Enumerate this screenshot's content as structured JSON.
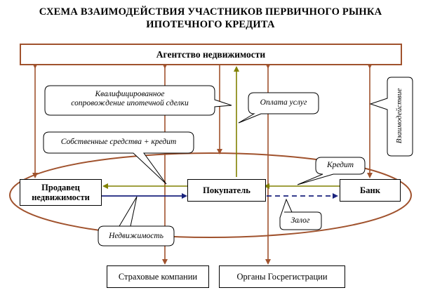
{
  "title": {
    "line1": "СХЕМА ВЗАИМОДЕЙСТВИЯ УЧАСТНИКОВ ПЕРВИЧНОГО РЫНКА",
    "line2": "ИПОТЕЧНОГО КРЕДИТА"
  },
  "nodes": {
    "agency": "Агентство недвижимости",
    "seller_line1": "Продавец",
    "seller_line2": "недвижимости",
    "buyer": "Покупатель",
    "bank": "Банк",
    "insurance": "Страховые компании",
    "registration": "Органы Госрегистрации"
  },
  "callouts": {
    "qualified_line1": "Квалифицированное",
    "qualified_line2": "сопровождение ипотечной сделки",
    "payment": "Оплата услуг",
    "own_funds": "Собственные средства + кредит",
    "credit": "Кредит",
    "interaction": "Взаимодействие",
    "collateral": "Залог",
    "property": "Недвижимость"
  },
  "colors": {
    "brown": "#a0522d",
    "olive": "#808000",
    "navy": "#1a237e",
    "black": "#000000"
  }
}
